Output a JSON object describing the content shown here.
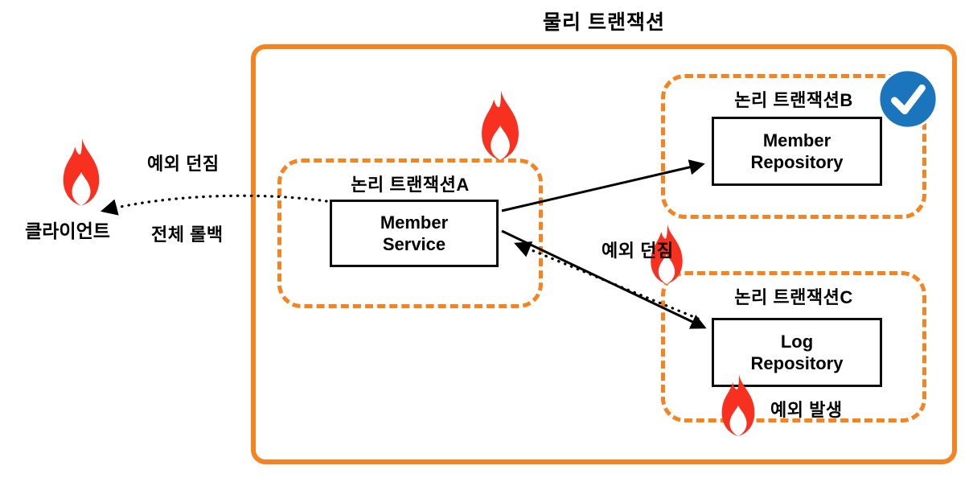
{
  "diagram": {
    "title": "물리 트랜잭션"
  },
  "client": {
    "label": "클라이언트"
  },
  "labels": {
    "exception_throw_left": "예외 던짐",
    "full_rollback": "전체 롤백",
    "exception_throw_mid": "예외 던짐",
    "exception_occurred": "예외 발생"
  },
  "logical_a": {
    "title": "논리 트랜잭션A",
    "node_label": "Member\nService"
  },
  "logical_b": {
    "title": "논리 트랜잭션B",
    "node_label": "Member\nRepository"
  },
  "logical_c": {
    "title": "논리 트랜잭션C",
    "node_label": "Log\nRepository"
  },
  "icons": {
    "flame": "flame-icon",
    "check": "checkmark-icon"
  },
  "colors": {
    "orange": "#F5831F",
    "flame-red": "#F8301F",
    "check-blue": "#1B75BC"
  }
}
